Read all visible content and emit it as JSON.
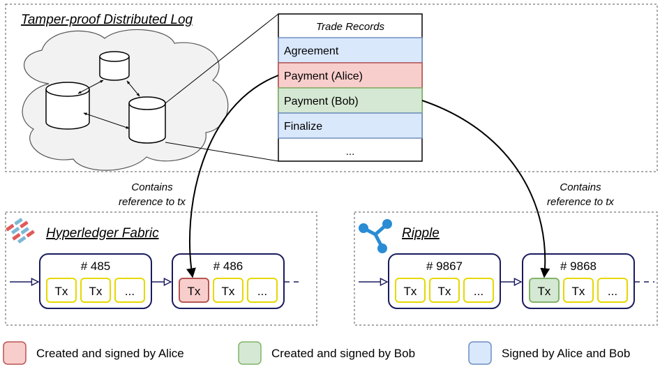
{
  "log_panel": {
    "title": "Tamper-proof Distributed Log"
  },
  "trade_records": {
    "header": "Trade Records",
    "rows": [
      {
        "label": "Agreement",
        "signer": "both"
      },
      {
        "label": "Payment (Alice)",
        "signer": "alice"
      },
      {
        "label": "Payment (Bob)",
        "signer": "bob"
      },
      {
        "label": "Finalize",
        "signer": "both"
      },
      {
        "label": "...",
        "signer": "none"
      }
    ]
  },
  "annotations": {
    "left": [
      "Contains",
      "reference to tx"
    ],
    "right": [
      "Contains",
      "reference to tx"
    ]
  },
  "chains": [
    {
      "name": "Hyperledger Fabric",
      "icon": "hyperledger-fabric-logo",
      "blocks": [
        {
          "number": "# 485",
          "txs": [
            {
              "label": "Tx",
              "signer": "none"
            },
            {
              "label": "Tx",
              "signer": "none"
            },
            {
              "label": "...",
              "signer": "none"
            }
          ]
        },
        {
          "number": "# 486",
          "txs": [
            {
              "label": "Tx",
              "signer": "alice"
            },
            {
              "label": "Tx",
              "signer": "none"
            },
            {
              "label": "...",
              "signer": "none"
            }
          ]
        }
      ]
    },
    {
      "name": "Ripple",
      "icon": "ripple-logo",
      "blocks": [
        {
          "number": "# 9867",
          "txs": [
            {
              "label": "Tx",
              "signer": "none"
            },
            {
              "label": "Tx",
              "signer": "none"
            },
            {
              "label": "...",
              "signer": "none"
            }
          ]
        },
        {
          "number": "# 9868",
          "txs": [
            {
              "label": "Tx",
              "signer": "bob"
            },
            {
              "label": "Tx",
              "signer": "none"
            },
            {
              "label": "...",
              "signer": "none"
            }
          ]
        }
      ]
    }
  ],
  "legend": [
    {
      "label": "Created and signed by Alice",
      "signer": "alice"
    },
    {
      "label": "Created and signed by Bob",
      "signer": "bob"
    },
    {
      "label": "Signed by Alice and Bob",
      "signer": "both"
    }
  ],
  "colors": {
    "alice_fill": "#f8cecc",
    "alice_stroke": "#b85450",
    "bob_fill": "#d5e8d4",
    "bob_stroke": "#82b366",
    "both_fill": "#dae8fc",
    "both_stroke": "#6c8ebf",
    "tx_stroke": "#e6d800",
    "block_stroke": "#1a1a5e"
  }
}
